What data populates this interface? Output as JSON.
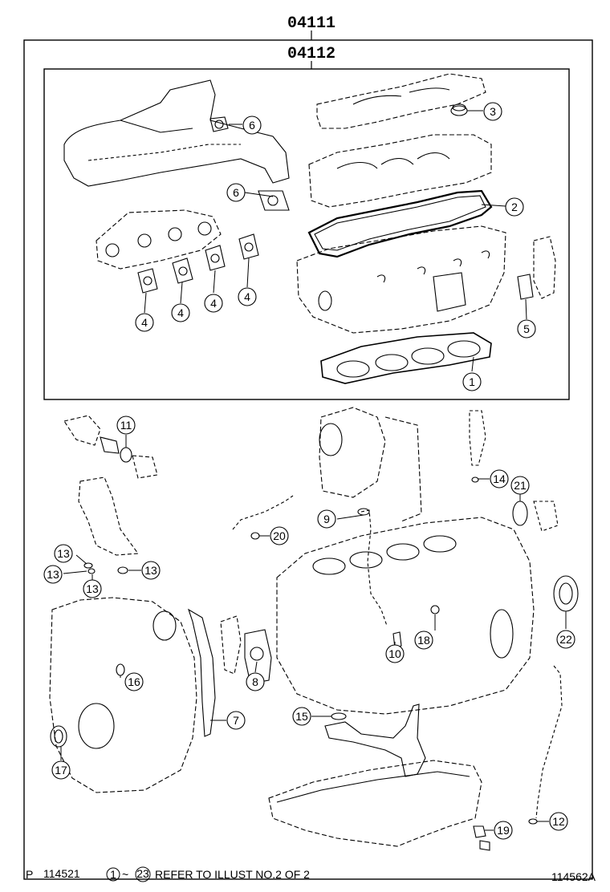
{
  "header": {
    "kit_part_number": "04111",
    "sub_kit_part_number": "04112"
  },
  "callouts": [
    {
      "id": "c1",
      "label": "1"
    },
    {
      "id": "c2",
      "label": "2"
    },
    {
      "id": "c3",
      "label": "3"
    },
    {
      "id": "c4a",
      "label": "4"
    },
    {
      "id": "c4b",
      "label": "4"
    },
    {
      "id": "c4c",
      "label": "4"
    },
    {
      "id": "c4d",
      "label": "4"
    },
    {
      "id": "c5",
      "label": "5"
    },
    {
      "id": "c6a",
      "label": "6"
    },
    {
      "id": "c6b",
      "label": "6"
    },
    {
      "id": "c7",
      "label": "7"
    },
    {
      "id": "c8",
      "label": "8"
    },
    {
      "id": "c9",
      "label": "9"
    },
    {
      "id": "c10",
      "label": "10"
    },
    {
      "id": "c11",
      "label": "11"
    },
    {
      "id": "c12",
      "label": "12"
    },
    {
      "id": "c13a",
      "label": "13"
    },
    {
      "id": "c13b",
      "label": "13"
    },
    {
      "id": "c13c",
      "label": "13"
    },
    {
      "id": "c13d",
      "label": "13"
    },
    {
      "id": "c14",
      "label": "14"
    },
    {
      "id": "c15",
      "label": "15"
    },
    {
      "id": "c16",
      "label": "16"
    },
    {
      "id": "c17",
      "label": "17"
    },
    {
      "id": "c18",
      "label": "18"
    },
    {
      "id": "c19",
      "label": "19"
    },
    {
      "id": "c20",
      "label": "20"
    },
    {
      "id": "c21",
      "label": "21"
    },
    {
      "id": "c22",
      "label": "22"
    }
  ],
  "footer": {
    "page_prefix": "P",
    "page_code": "114521",
    "range_start": "1",
    "range_tilde": "~",
    "range_end": "23",
    "note": "REFER TO ILLUST NO.2 OF 2",
    "illustration_id": "114562A"
  }
}
